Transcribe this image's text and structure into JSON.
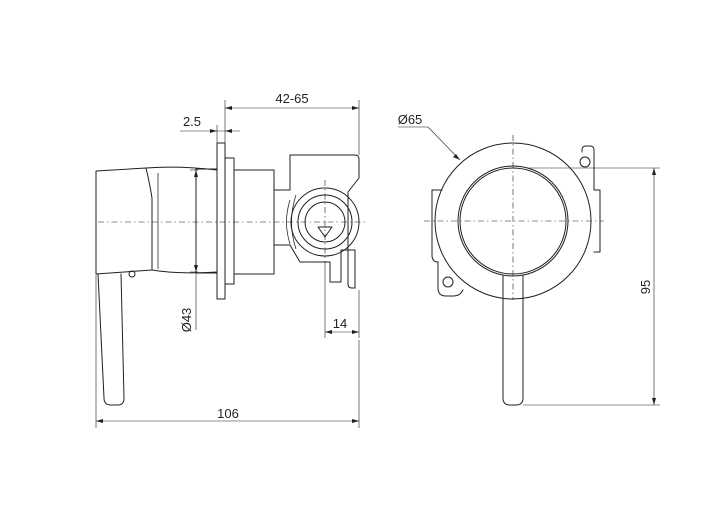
{
  "dimensions": {
    "depth_range": "42-65",
    "plate_thickness": "2.5",
    "plate_diameter": "Ø65",
    "body_diameter": "Ø43",
    "outlet_offset": "14",
    "total_depth": "106",
    "total_height": "95"
  },
  "colors": {
    "line": "#231f20",
    "background": "#ffffff"
  }
}
